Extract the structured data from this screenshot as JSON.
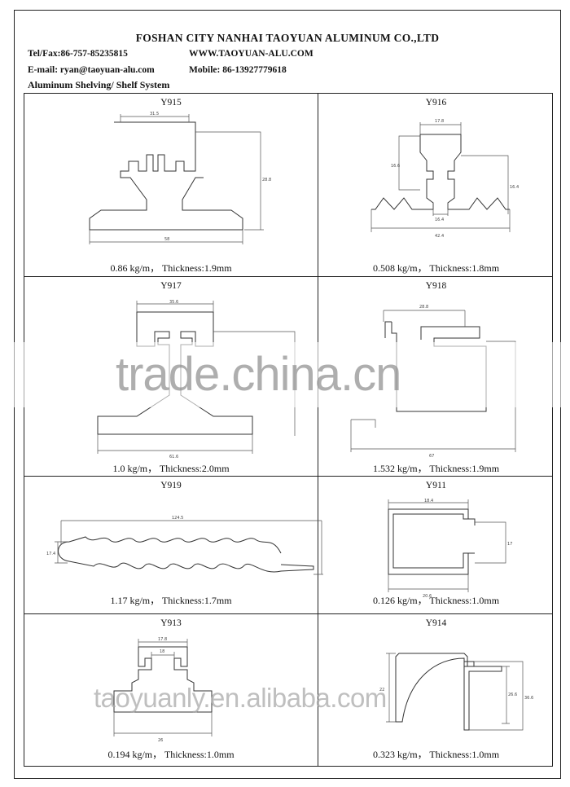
{
  "header": {
    "company": "FOSHAN CITY NANHAI TAOYUAN ALUMINUM CO.,LTD",
    "tel_fax": "Tel/Fax:86-757-85235815",
    "website": "WWW.TAOYUAN-ALU.COM",
    "email": "E-mail: ryan@taoyuan-alu.com",
    "mobile": "Mobile: 86-13927779618",
    "series": "Aluminum Shelving/ Shelf System"
  },
  "profiles": [
    {
      "code": "Y915",
      "spec": "0.86 kg/m， Thickness:1.9mm",
      "dims": [
        "31.5",
        "28.8",
        "58"
      ]
    },
    {
      "code": "Y916",
      "spec": "0.508 kg/m， Thickness:1.8mm",
      "dims": [
        "17.8",
        "16.6",
        "16.4",
        "16.4",
        "42.4"
      ]
    },
    {
      "code": "Y917",
      "spec": "1.0 kg/m， Thickness:2.0mm",
      "dims": [
        "35.6",
        "61.6"
      ]
    },
    {
      "code": "Y918",
      "spec": "1.532 kg/m， Thickness:1.9mm",
      "dims": [
        "28.8",
        "67"
      ]
    },
    {
      "code": "Y919",
      "spec": "1.17 kg/m， Thickness:1.7mm",
      "dims": [
        "124.5",
        "17.4"
      ]
    },
    {
      "code": "Y911",
      "spec": "0.126 kg/m， Thickness:1.0mm",
      "dims": [
        "18.4",
        "17",
        "20.6"
      ]
    },
    {
      "code": "Y913",
      "spec": "0.194 kg/m， Thickness:1.0mm",
      "dims": [
        "17.8",
        "18",
        "26"
      ]
    },
    {
      "code": "Y914",
      "spec": "0.323 kg/m， Thickness:1.0mm",
      "dims": [
        "22",
        "26.6",
        "36.6"
      ]
    }
  ],
  "watermarks": {
    "main": "trade.china.cn",
    "footer": "taoyuanly.en.alibaba.com"
  }
}
